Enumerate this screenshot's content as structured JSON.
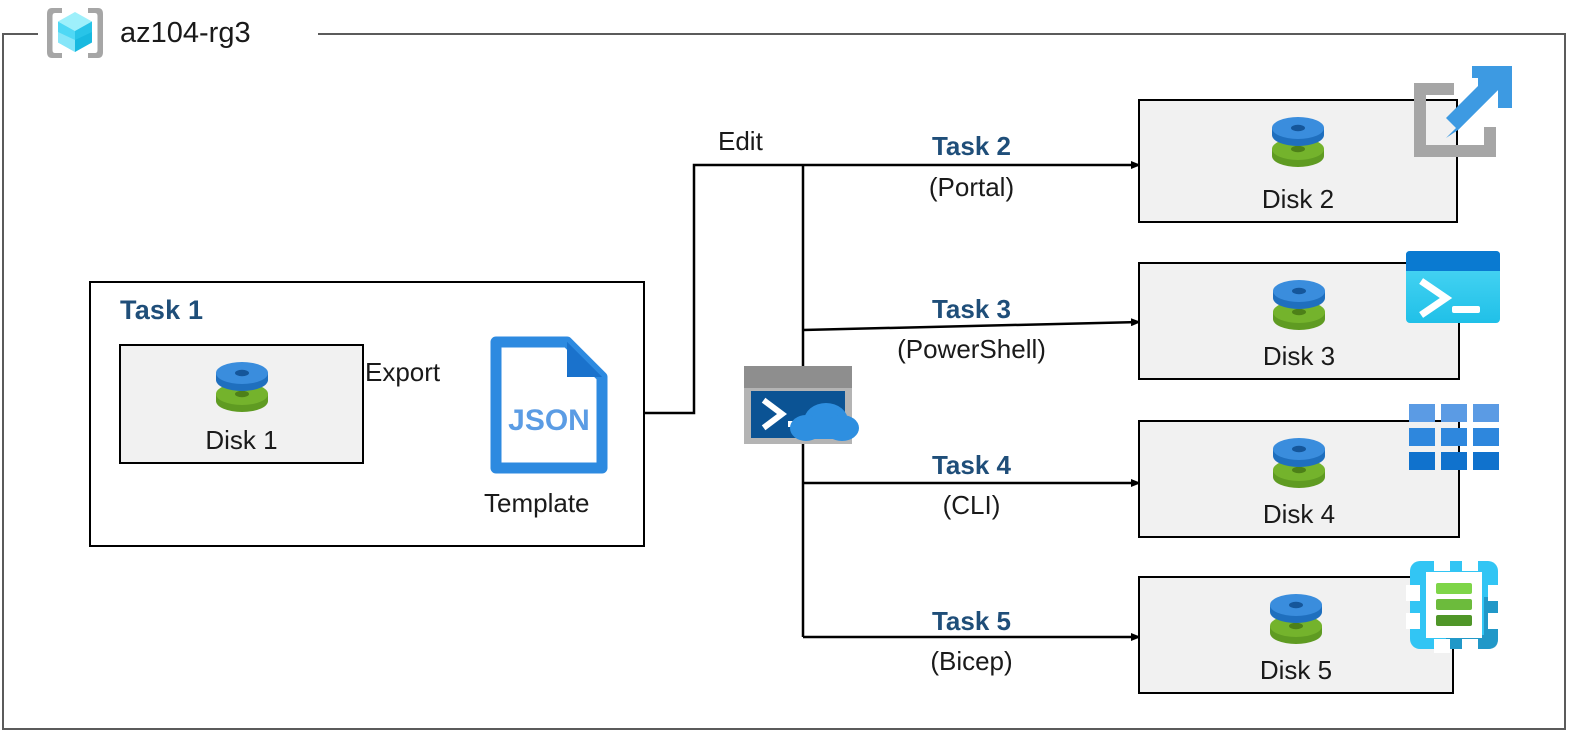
{
  "diagram": {
    "title": "az104-rg3",
    "resource_group_icon": "resource-group-cube-icon"
  },
  "colors": {
    "task_label": "#1f4e79",
    "box_fill": "#f1f1f1",
    "box_border": "#000000",
    "frame_border": "#5b5b5b",
    "disk_blue": "#2f8cdc",
    "disk_green": "#71ad2a",
    "json_blue": "#2d7fd3",
    "powershell_cyan": "#2fc6ee",
    "powershell_titlebar": "#0078d4",
    "cli_blue": "#1b82dd",
    "bicep_cyan": "#32c5f4",
    "bicep_green": "#73c143",
    "portal_gray": "#a6a6a6",
    "portal_arrow_blue": "#3d9ae2",
    "cloudshell_gray": "#8e8e8e",
    "cloudshell_terminal": "#0b5394",
    "cloudshell_cloud": "#2e8fe0"
  },
  "task1": {
    "label": "Task 1",
    "source": {
      "name": "Disk 1",
      "icon": "disk-icon"
    },
    "export_label": "Export",
    "template": {
      "file_type": "JSON",
      "caption": "Template",
      "icon": "json-file-icon"
    }
  },
  "edit": {
    "label": "Edit",
    "icon": "cloud-shell-icon"
  },
  "branches": [
    {
      "task": "Task 2",
      "method": "(Portal)",
      "target": "Disk 2",
      "target_icon": "azure-portal-icon",
      "disk_icon": "disk-icon"
    },
    {
      "task": "Task 3",
      "method": "(PowerShell)",
      "target": "Disk 3",
      "target_icon": "powershell-icon",
      "disk_icon": "disk-icon"
    },
    {
      "task": "Task 4",
      "method": "(CLI)",
      "target": "Disk 4",
      "target_icon": "azure-cli-icon",
      "disk_icon": "disk-icon"
    },
    {
      "task": "Task 5",
      "method": "(Bicep)",
      "target": "Disk 5",
      "target_icon": "bicep-icon",
      "disk_icon": "disk-icon"
    }
  ]
}
